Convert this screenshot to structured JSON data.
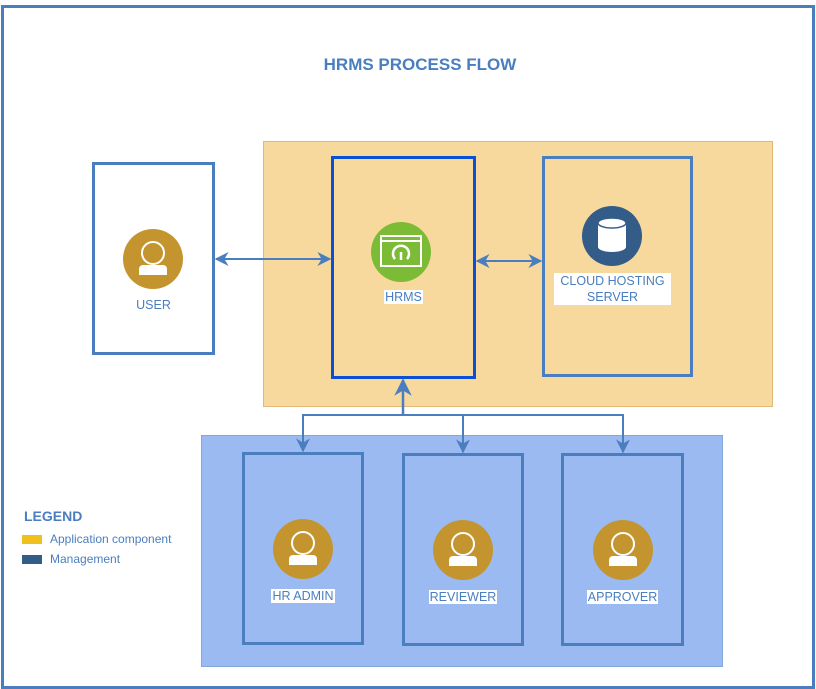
{
  "title": "HRMS PROCESS FLOW",
  "nodes": {
    "user": {
      "label": "USER",
      "icon": "user-icon"
    },
    "hrms": {
      "label": "HRMS",
      "icon": "dashboard-app-icon"
    },
    "cloud": {
      "label_line1": "CLOUD HOSTING",
      "label_line2": "SERVER",
      "icon": "database-icon"
    },
    "hr_admin": {
      "label": "HR ADMIN",
      "icon": "user-icon"
    },
    "reviewer": {
      "label": "REVIEWER",
      "icon": "user-icon"
    },
    "approver": {
      "label": "APPROVER",
      "icon": "user-icon"
    }
  },
  "legend": {
    "title": "LEGEND",
    "items": [
      {
        "label": "Application component",
        "color": "#efc11f"
      },
      {
        "label": "Management",
        "color": "#335c88"
      }
    ]
  },
  "colors": {
    "accent": "#4a7ebf",
    "app_zone": "#f7d99d",
    "mgmt_zone": "#9bbaf2",
    "user_icon": "#c4952f",
    "hrms_icon": "#7cbb35",
    "db_icon": "#335c88"
  }
}
